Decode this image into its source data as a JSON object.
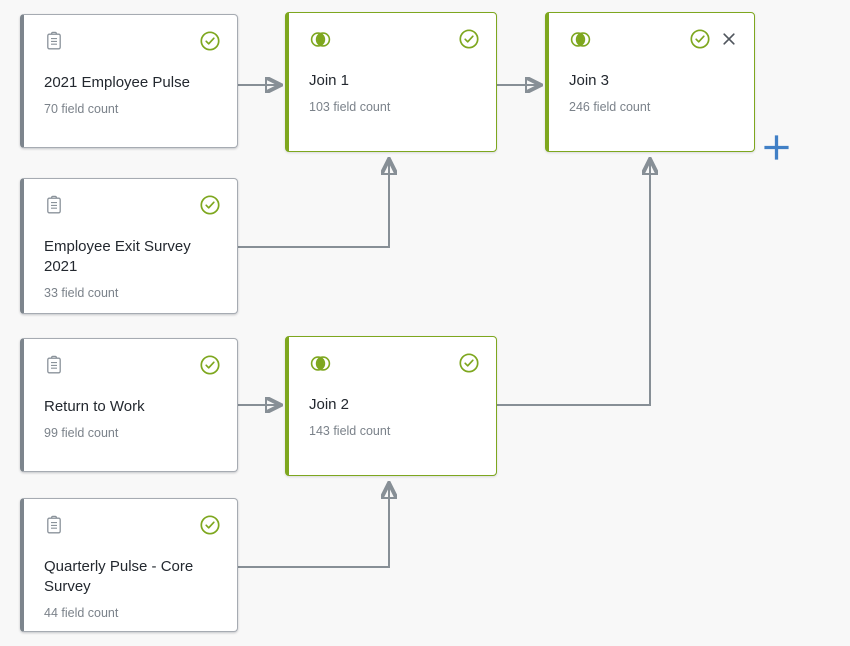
{
  "app": {
    "view": "data-join-flow-canvas"
  },
  "colors": {
    "canvas_bg": "#f8f8f8",
    "card_bg": "#ffffff",
    "green": "#7ea71f",
    "gray_border": "#a6abb2",
    "gray_accent": "#7d858d",
    "connector": "#878f96",
    "plus_blue": "#4180c6",
    "title": "#23282f",
    "subtitle": "#7b828a",
    "close": "#50565e",
    "icon_gray": "#8b939b"
  },
  "nodes": {
    "src1": {
      "type": "source-survey",
      "title": "2021 Employee Pulse",
      "subtitle": "70 field count",
      "type_icon": "survey-clipboard",
      "status_icon": "check-circle"
    },
    "src2": {
      "type": "source-survey",
      "title": "Employee Exit Survey 2021",
      "subtitle": "33 field count",
      "type_icon": "survey-clipboard",
      "status_icon": "check-circle"
    },
    "src3": {
      "type": "source-survey",
      "title": "Return to Work",
      "subtitle": "99 field count",
      "type_icon": "survey-clipboard",
      "status_icon": "check-circle"
    },
    "src4": {
      "type": "source-survey",
      "title": "Quarterly Pulse - Core Survey",
      "subtitle": "44 field count",
      "type_icon": "survey-clipboard",
      "status_icon": "check-circle"
    },
    "join1": {
      "type": "join",
      "title": "Join 1",
      "subtitle": "103 field count",
      "type_icon": "venn-join",
      "status_icon": "check-circle"
    },
    "join2": {
      "type": "join",
      "title": "Join 2",
      "subtitle": "143 field count",
      "type_icon": "venn-join",
      "status_icon": "check-circle"
    },
    "join3": {
      "type": "join",
      "title": "Join 3",
      "subtitle": "246 field count",
      "type_icon": "venn-join",
      "status_icon": "check-circle",
      "close_icon": "close-x"
    }
  },
  "connections": [
    {
      "from": "src1",
      "to": "join1"
    },
    {
      "from": "src2",
      "to": "join1"
    },
    {
      "from": "join1",
      "to": "join3"
    },
    {
      "from": "src3",
      "to": "join2"
    },
    {
      "from": "src4",
      "to": "join2"
    },
    {
      "from": "join2",
      "to": "join3"
    }
  ],
  "actions": {
    "add_node_label": "add-node-plus"
  }
}
